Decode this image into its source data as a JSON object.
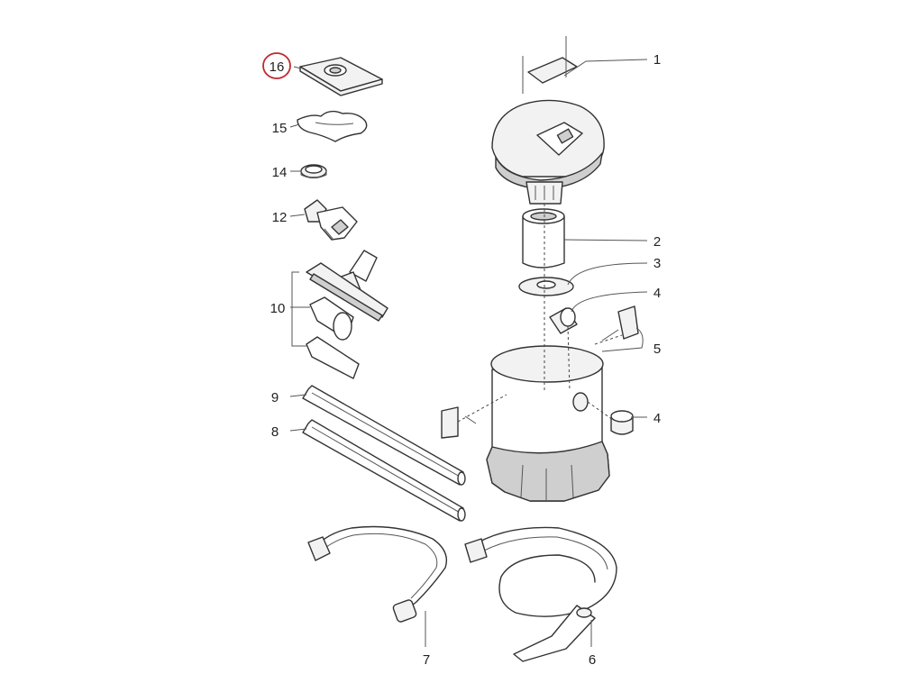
{
  "highlight_color": "#c0282d",
  "callouts": [
    "1",
    "2",
    "3",
    "4",
    "4",
    "5",
    "6",
    "7",
    "8",
    "9",
    "10",
    "12",
    "14",
    "15",
    "16"
  ]
}
